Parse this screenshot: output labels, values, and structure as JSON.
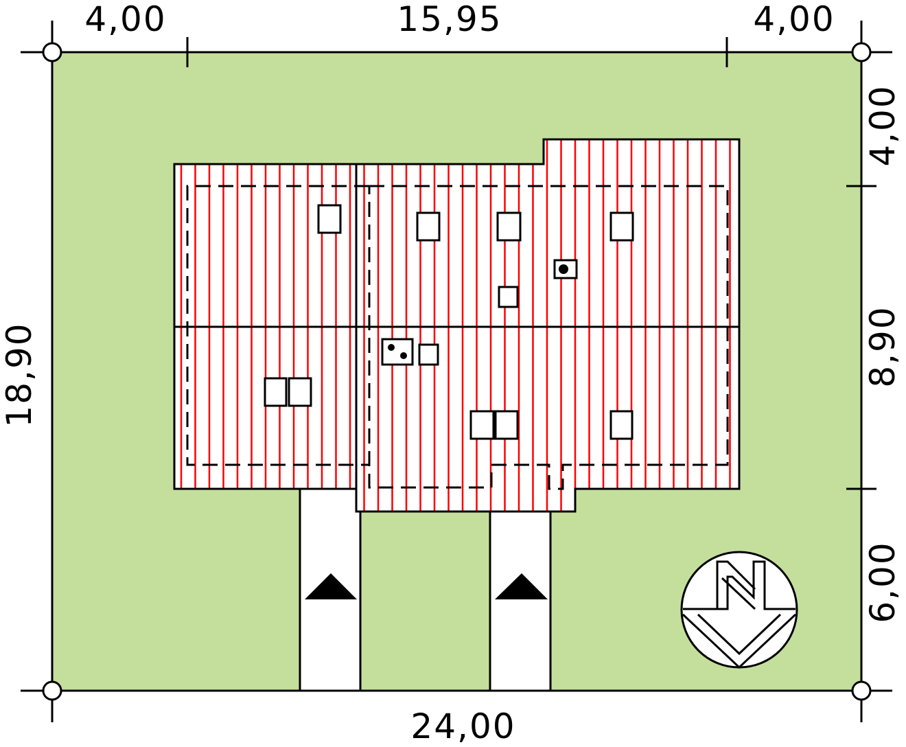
{
  "dimensions": {
    "top_left_setback": "4,00",
    "top_building_width": "15,95",
    "top_right_setback": "4,00",
    "bottom_plot_width": "24,00",
    "left_plot_depth": "18,90",
    "right_top_setback": "4,00",
    "right_building_depth": "8,90",
    "right_bottom_setback": "6,00"
  },
  "compass": {
    "letter": "N"
  },
  "colors": {
    "plot": "#c4df9c",
    "roof_hatch": "#ff0000",
    "line": "#000000",
    "driveway": "#ffffff"
  }
}
